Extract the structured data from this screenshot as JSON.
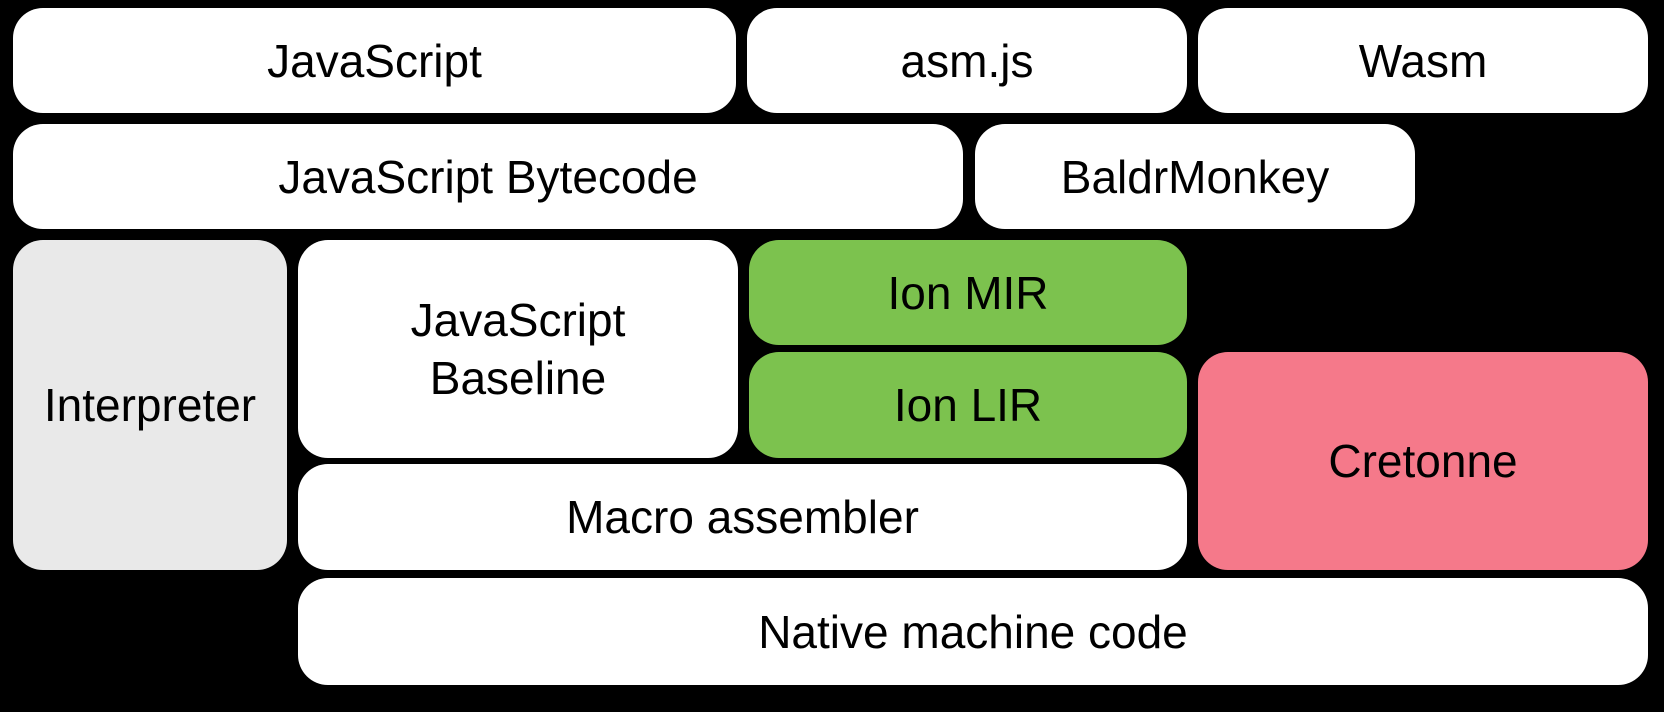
{
  "diagram": {
    "background": "#000000",
    "text_color": "#000000",
    "colors": {
      "default_box": "#ffffff",
      "interpreter_box": "#e9e9e9",
      "ion_box": "#7cc24e",
      "cretonne_box": "#f5798a"
    },
    "boxes": {
      "javascript": {
        "label": "JavaScript"
      },
      "asmjs": {
        "label": "asm.js"
      },
      "wasm": {
        "label": "Wasm"
      },
      "bytecode": {
        "label": "JavaScript Bytecode"
      },
      "baldrmonkey": {
        "label": "BaldrMonkey"
      },
      "interpreter": {
        "label": "Interpreter"
      },
      "baseline": {
        "label": "JavaScript\nBaseline"
      },
      "ion_mir": {
        "label": "Ion MIR"
      },
      "ion_lir": {
        "label": "Ion LIR"
      },
      "cretonne": {
        "label": "Cretonne"
      },
      "macro_assembler": {
        "label": "Macro assembler"
      },
      "native_machine_code": {
        "label": "Native machine code"
      }
    }
  }
}
